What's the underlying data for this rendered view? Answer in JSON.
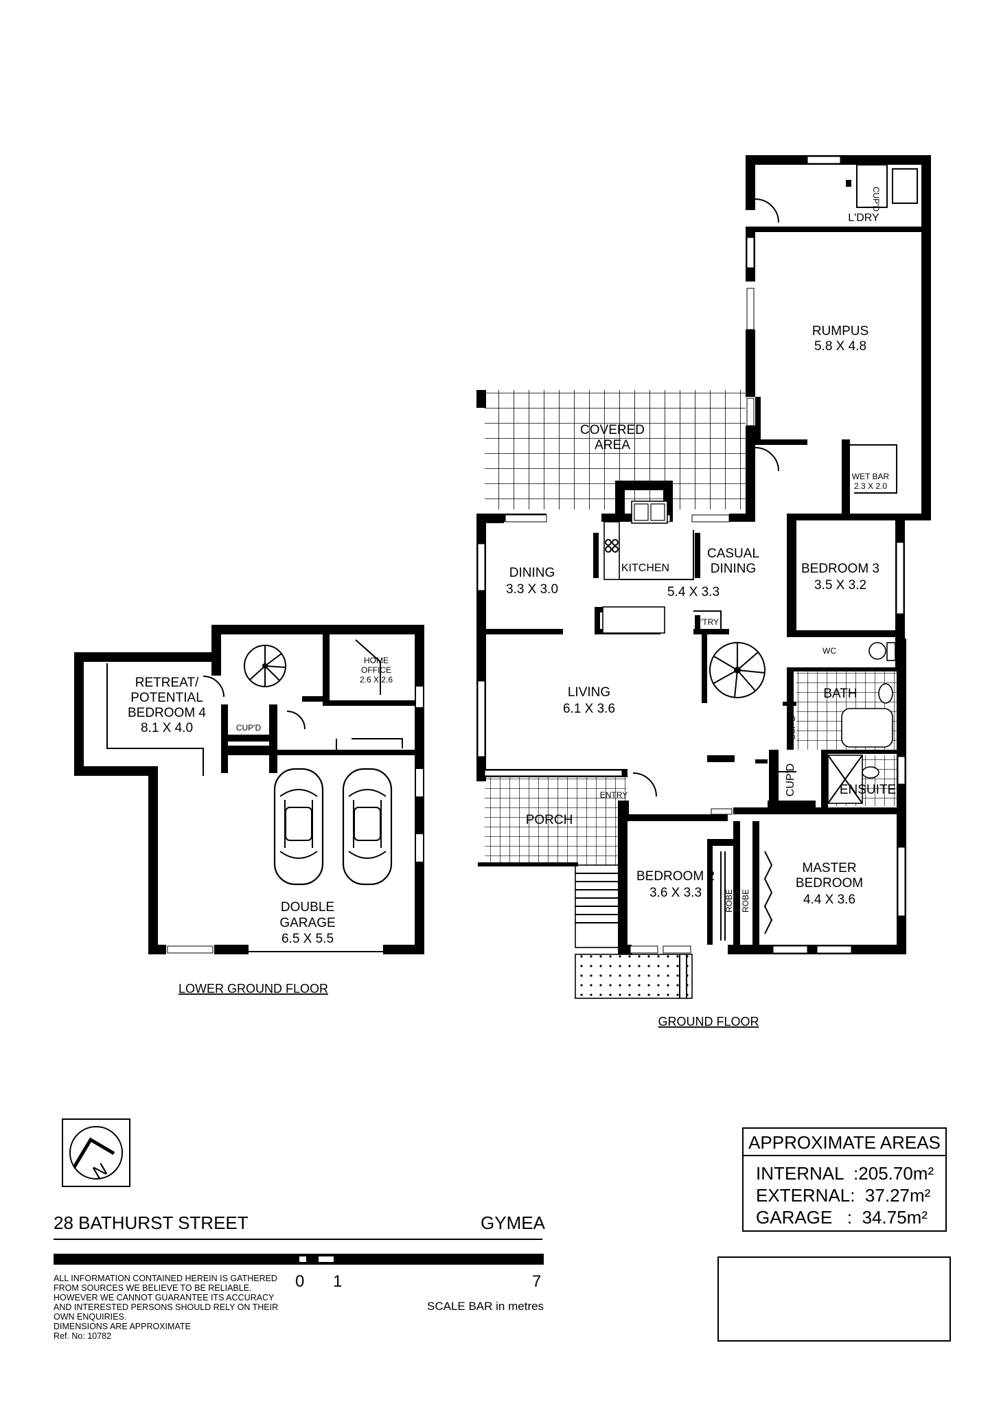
{
  "floors": {
    "lower_ground": {
      "label": "LOWER GROUND FLOOR",
      "rooms": {
        "retreat": {
          "name_l1": "RETREAT/",
          "name_l2": "POTENTIAL",
          "name_l3": "BEDROOM 4",
          "dims": "8.1 X 4.0"
        },
        "home_office": {
          "name_l1": "HOME",
          "name_l2": "OFFICE",
          "dims": "2.6 X 2.6"
        },
        "cupd": {
          "name": "CUP'D"
        },
        "garage": {
          "name_l1": "DOUBLE",
          "name_l2": "GARAGE",
          "dims": "6.5 X 5.5"
        }
      }
    },
    "ground": {
      "label": "GROUND FLOOR",
      "rooms": {
        "laundry": {
          "name": "L'DRY",
          "cupd": "CUP'D"
        },
        "rumpus": {
          "name": "RUMPUS",
          "dims": "5.8 X 4.8"
        },
        "wet_bar": {
          "name": "WET BAR",
          "dims": "2.3 X 2.0"
        },
        "covered_area": {
          "name_l1": "COVERED",
          "name_l2": "AREA"
        },
        "dining": {
          "name": "DINING",
          "dims": "3.3 X 3.0"
        },
        "kitchen": {
          "name": "KITCHEN"
        },
        "casual_dining": {
          "name_l1": "CASUAL",
          "name_l2": "DINING",
          "dims": "5.4 X 3.3"
        },
        "pantry": {
          "name": "P'TRY"
        },
        "bedroom3": {
          "name": "BEDROOM 3",
          "dims": "3.5 X 3.2"
        },
        "wc": {
          "name": "WC"
        },
        "bath": {
          "name": "BATH",
          "cupd": "CUP'D"
        },
        "living": {
          "name": "LIVING",
          "dims": "6.1 X 3.6"
        },
        "ensuite": {
          "name": "ENSUITE"
        },
        "cupd_hall": {
          "name": "CUP'D"
        },
        "entry": {
          "name": "ENTRY"
        },
        "porch": {
          "name": "PORCH"
        },
        "bedroom2": {
          "name": "BEDROOM 2",
          "dims": "3.6 X 3.3",
          "robe": "ROBE"
        },
        "master": {
          "name_l1": "MASTER",
          "name_l2": "BEDROOM",
          "dims": "4.4 X 3.6",
          "robe": "ROBE"
        }
      }
    }
  },
  "footer": {
    "address": "28 BATHURST STREET",
    "suburb": "GYMEA",
    "scale_0": "0",
    "scale_1": "1",
    "scale_7": "7",
    "scale_caption": "SCALE BAR in metres",
    "disclaimer": [
      "ALL INFORMATION CONTAINED HEREIN IS GATHERED",
      "FROM SOURCES WE BELIEVE TO BE RELIABLE.",
      "HOWEVER WE CANNOT GUARANTEE ITS ACCURACY",
      "AND INTERESTED PERSONS SHOULD RELY ON THEIR",
      "OWN ENQUIRIES.",
      "DIMENSIONS ARE APPROXIMATE",
      "Ref. No: 10782"
    ],
    "north_letter": "N",
    "areas": {
      "title": "APPROXIMATE AREAS",
      "internal": "INTERNAL  :205.70m²",
      "external": "EXTERNAL:  37.27m²",
      "garage": "GARAGE   :  34.75m²"
    }
  }
}
